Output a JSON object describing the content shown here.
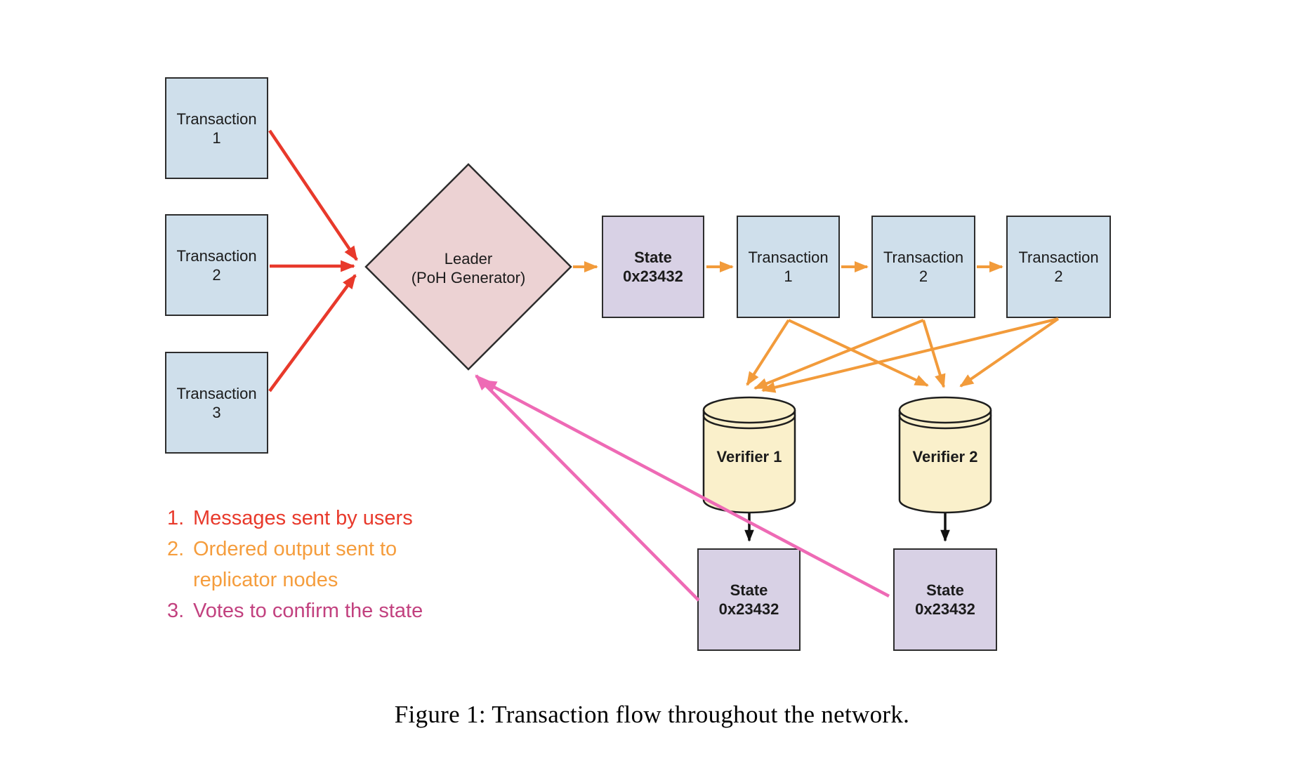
{
  "caption": "Figure 1: Transaction flow throughout the network.",
  "nodes": {
    "user_transactions": [
      {
        "line1": "Transaction",
        "line2": "1"
      },
      {
        "line1": "Transaction",
        "line2": "2"
      },
      {
        "line1": "Transaction",
        "line2": "3"
      }
    ],
    "leader": {
      "line1": "Leader",
      "line2": "(PoH Generator)"
    },
    "generated_state": {
      "line1": "State",
      "line2": "0x23432"
    },
    "ordered_transactions": [
      {
        "line1": "Transaction",
        "line2": "1"
      },
      {
        "line1": "Transaction",
        "line2": "2"
      },
      {
        "line1": "Transaction",
        "line2": "2"
      }
    ],
    "verifiers": [
      {
        "label": "Verifier 1"
      },
      {
        "label": "Verifier 2"
      }
    ],
    "verifier_states": [
      {
        "line1": "State",
        "line2": "0x23432"
      },
      {
        "line1": "State",
        "line2": "0x23432"
      }
    ]
  },
  "legend": {
    "items": [
      {
        "number": "1.",
        "lines": [
          "Messages sent by users"
        ]
      },
      {
        "number": "2.",
        "lines": [
          "Ordered output sent to",
          "replicator nodes"
        ]
      },
      {
        "number": "3.",
        "lines": [
          "Votes to confirm the state"
        ]
      }
    ]
  },
  "colors": {
    "background": "#ffffff",
    "transaction_box_fill": "#cfdfeb",
    "state_box_fill": "#d8d1e5",
    "leader_diamond_fill": "#ecd2d3",
    "verifier_cylinder_fill": "#faf0cb",
    "box_border": "#2d2d2d",
    "arrow_messages_red": "#e8392b",
    "arrow_ordered_output_orange": "#f29b3b",
    "arrow_votes_pink": "#ee6ab5",
    "arrow_state_black": "#111111",
    "legend_messages_text": "#e8392b",
    "legend_ordered_text": "#f59d3d",
    "legend_votes_text": "#c2417f"
  }
}
